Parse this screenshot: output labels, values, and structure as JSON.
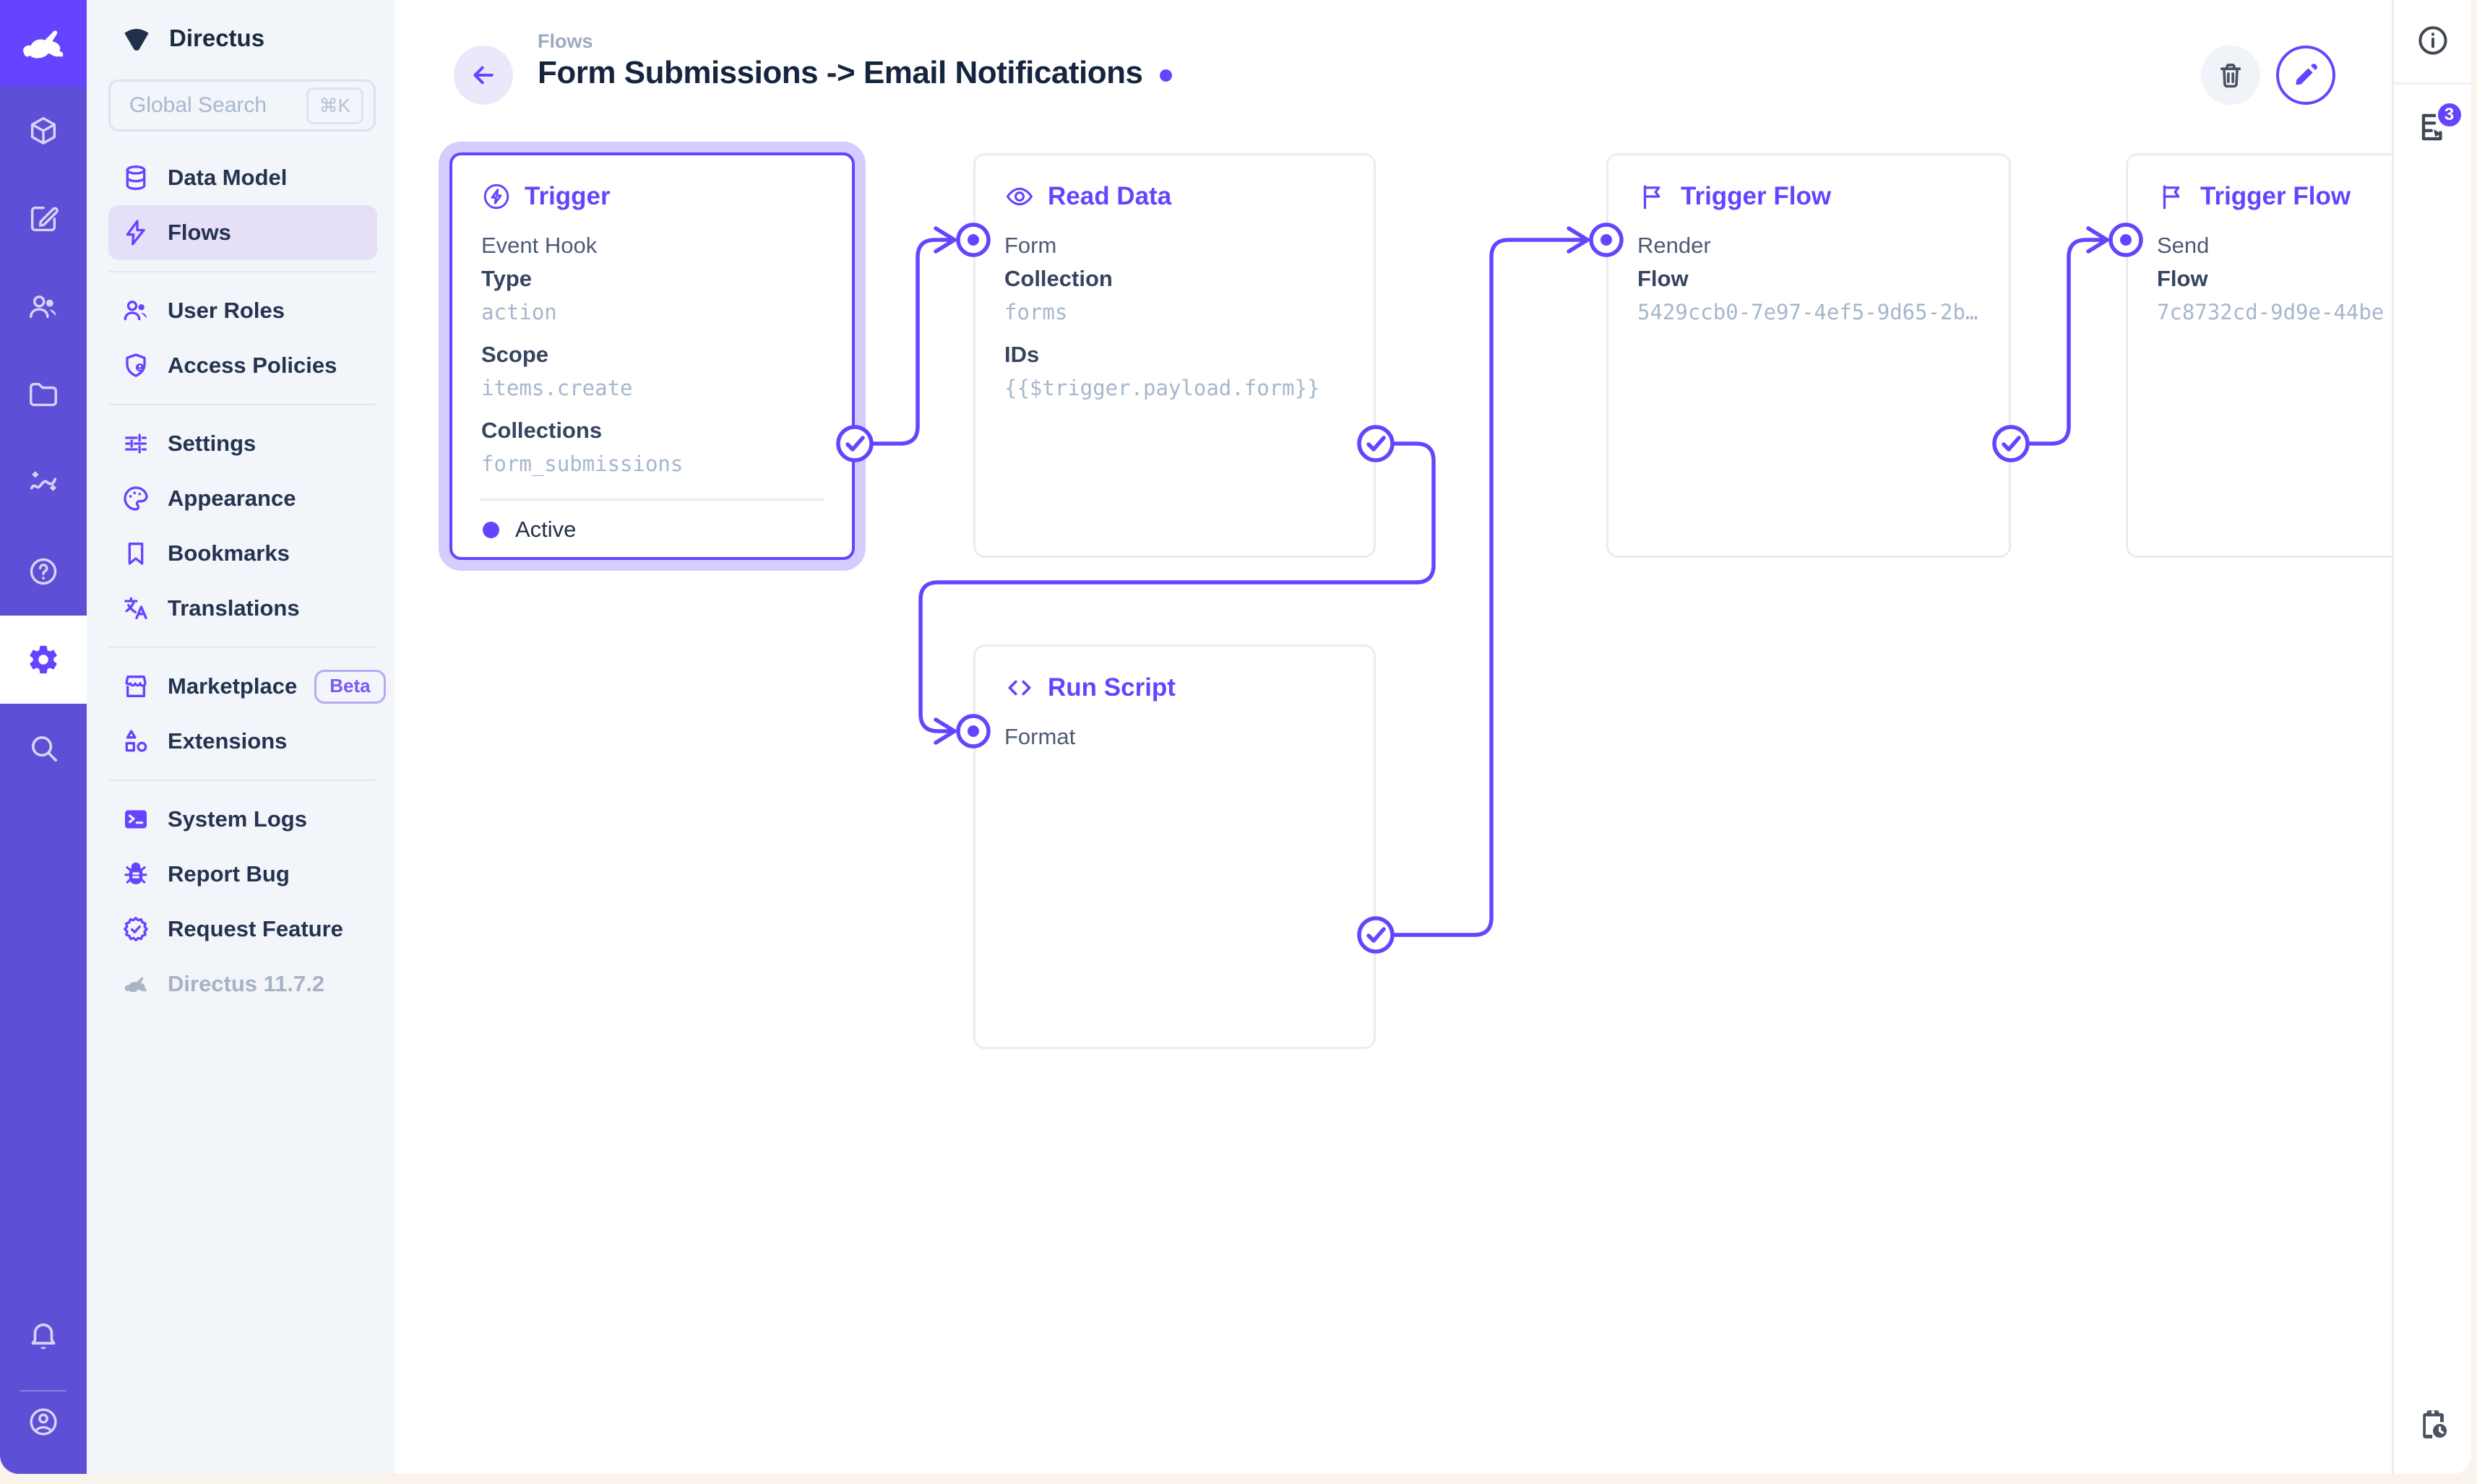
{
  "colors": {
    "accent": "#6644FF",
    "module_bar": "#5E50D6",
    "logo_bg": "#6644FF",
    "sidebar_bg": "#F2F5FA",
    "active_item_bg": "#E5DFF8",
    "page_bg": "#FAF3EB",
    "value_text": "#A6B7CC",
    "dark_text": "#15253F"
  },
  "module_bar": {
    "modules": [
      {
        "name": "content",
        "icon": "box-icon"
      },
      {
        "name": "editor",
        "icon": "edit-icon"
      },
      {
        "name": "users",
        "icon": "people-icon"
      },
      {
        "name": "files",
        "icon": "folder-icon"
      },
      {
        "name": "insights",
        "icon": "insights-icon"
      },
      {
        "name": "help",
        "icon": "help-icon"
      },
      {
        "name": "settings",
        "icon": "gear-icon",
        "active": true
      },
      {
        "name": "search",
        "icon": "search-icon"
      }
    ],
    "bottom": [
      {
        "name": "notifications",
        "icon": "bell-icon"
      },
      {
        "name": "account",
        "icon": "avatar-icon"
      }
    ]
  },
  "sidebar": {
    "project_name": "Directus",
    "search": {
      "placeholder": "Global Search",
      "shortcut": "⌘K"
    },
    "items": [
      {
        "label": "Data Model"
      },
      {
        "label": "Flows",
        "active": true
      },
      {
        "label": "User Roles"
      },
      {
        "label": "Access Policies"
      },
      {
        "label": "Settings"
      },
      {
        "label": "Appearance"
      },
      {
        "label": "Bookmarks"
      },
      {
        "label": "Translations"
      },
      {
        "label": "Marketplace",
        "badge": "Beta"
      },
      {
        "label": "Extensions"
      },
      {
        "label": "System Logs"
      },
      {
        "label": "Report Bug"
      },
      {
        "label": "Request Feature"
      }
    ],
    "version": "Directus 11.7.2"
  },
  "header": {
    "breadcrumb": "Flows",
    "title": "Form Submissions -> Email Notifications"
  },
  "right_rail": {
    "log_badge_count": "3"
  },
  "flow": {
    "trigger": {
      "title": "Trigger",
      "subtitle": "Event Hook",
      "fields": [
        {
          "label": "Type",
          "value": "action"
        },
        {
          "label": "Scope",
          "value": "items.create"
        },
        {
          "label": "Collections",
          "value": "form_submissions"
        }
      ],
      "status": "Active"
    },
    "read_data": {
      "title": "Read Data",
      "input_label": "Form",
      "fields": [
        {
          "label": "Collection",
          "value": "forms"
        },
        {
          "label": "IDs",
          "value": "{{$trigger.payload.form}}"
        }
      ]
    },
    "run_script": {
      "title": "Run Script",
      "input_label": "Format"
    },
    "trigger_flow_render": {
      "title": "Trigger Flow",
      "input_label": "Render",
      "fields": [
        {
          "label": "Flow",
          "value": "5429ccb0-7e97-4ef5-9d65-2b…"
        }
      ]
    },
    "trigger_flow_send": {
      "title": "Trigger Flow",
      "input_label": "Send",
      "fields": [
        {
          "label": "Flow",
          "value": "7c8732cd-9d9e-44be"
        }
      ]
    }
  }
}
